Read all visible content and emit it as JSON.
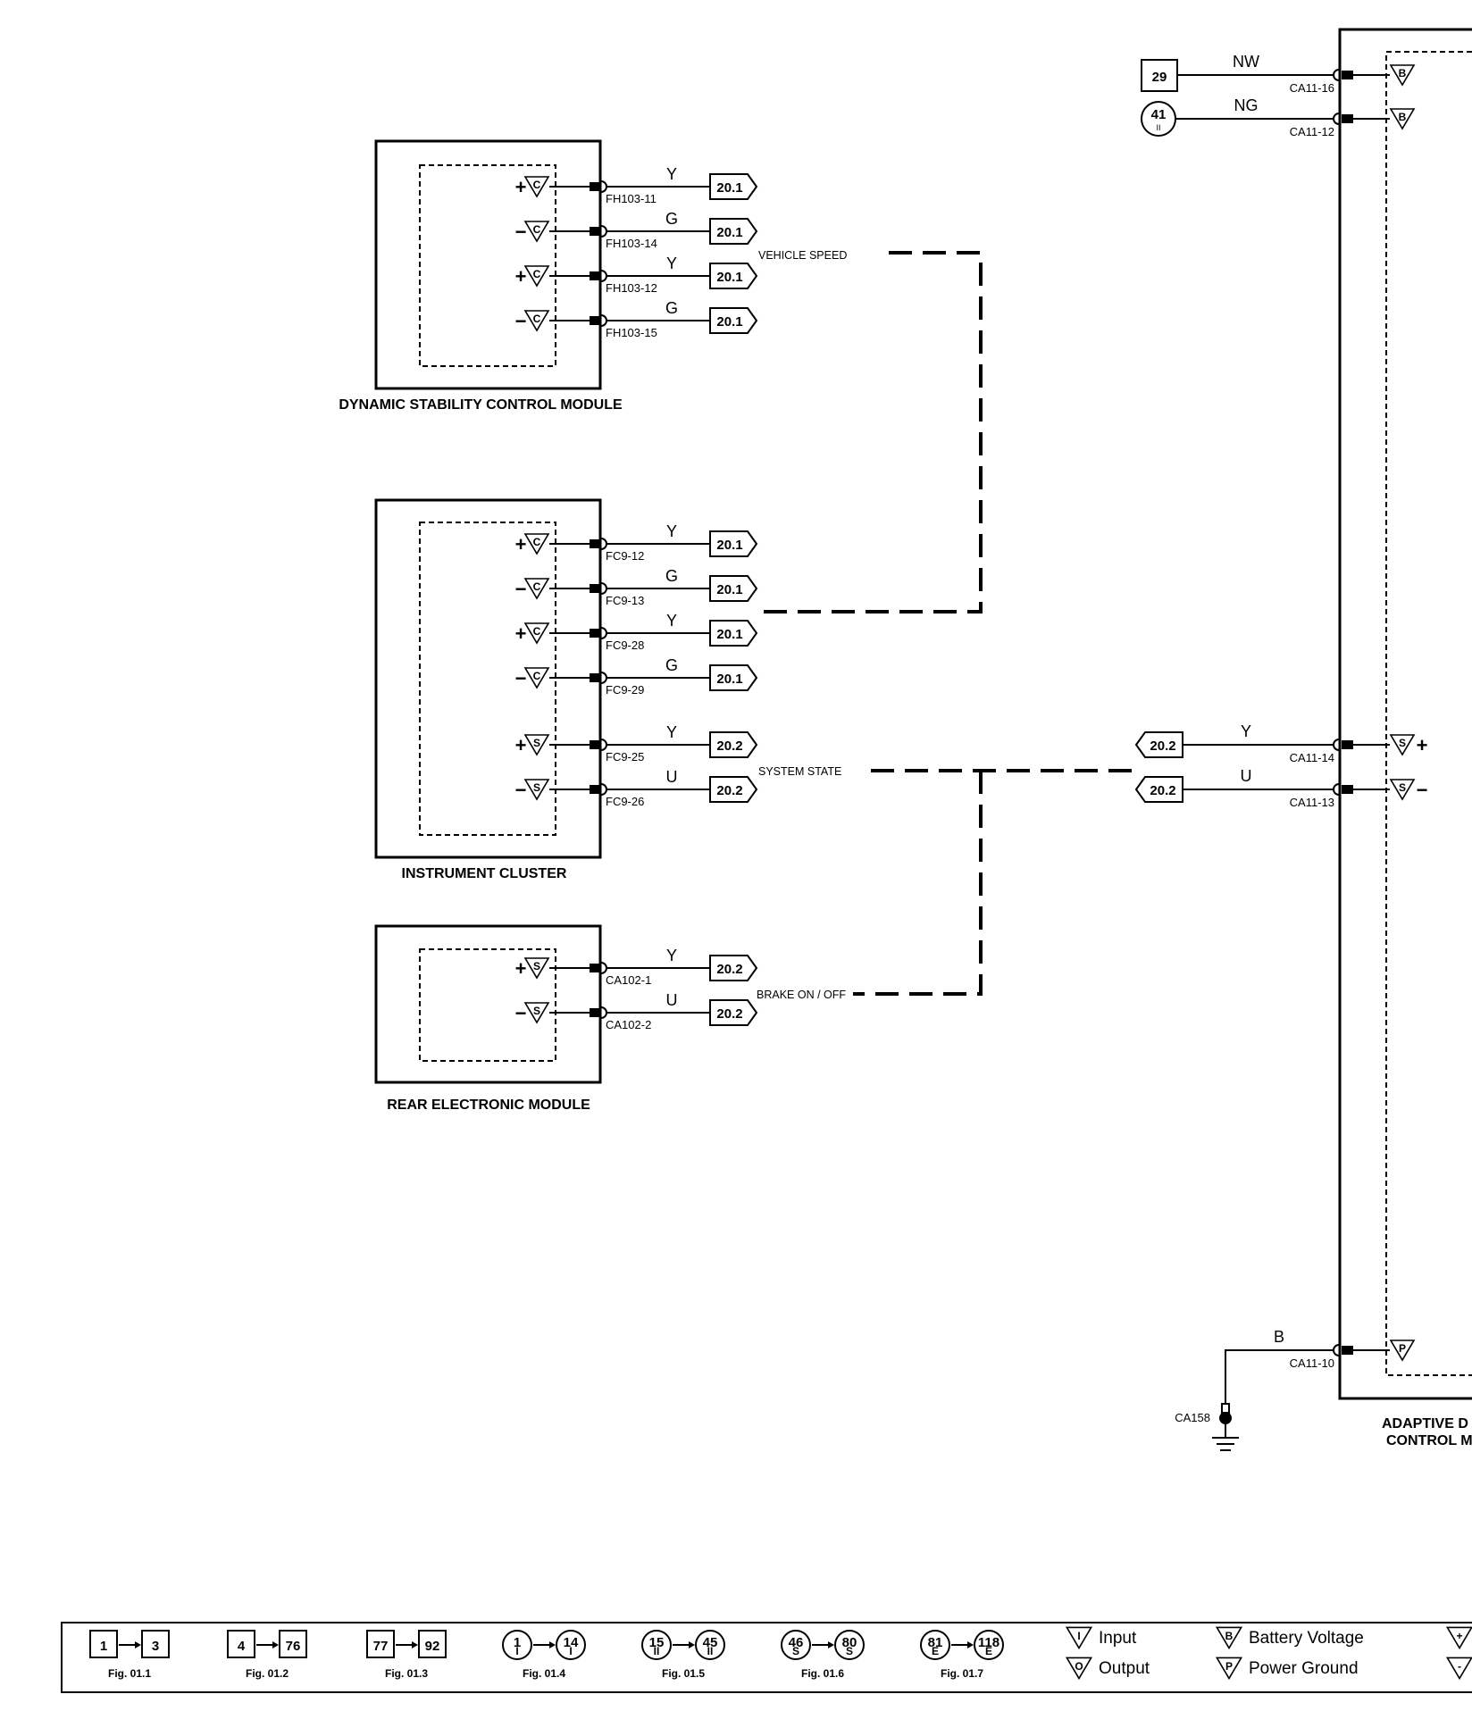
{
  "modules": {
    "dsc": {
      "name": "DYNAMIC STABILITY CONTROL MODULE",
      "pins": [
        {
          "sign": "+",
          "symbol": "C",
          "connector": "FH103-11",
          "wire": "Y",
          "ref": "20.1"
        },
        {
          "sign": "-",
          "symbol": "C",
          "connector": "FH103-14",
          "wire": "G",
          "ref": "20.1"
        },
        {
          "sign": "+",
          "symbol": "C",
          "connector": "FH103-12",
          "wire": "Y",
          "ref": "20.1"
        },
        {
          "sign": "-",
          "symbol": "C",
          "connector": "FH103-15",
          "wire": "G",
          "ref": "20.1"
        }
      ]
    },
    "cluster": {
      "name": "INSTRUMENT CLUSTER",
      "pins": [
        {
          "sign": "+",
          "symbol": "C",
          "connector": "FC9-12",
          "wire": "Y",
          "ref": "20.1"
        },
        {
          "sign": "-",
          "symbol": "C",
          "connector": "FC9-13",
          "wire": "G",
          "ref": "20.1"
        },
        {
          "sign": "+",
          "symbol": "C",
          "connector": "FC9-28",
          "wire": "Y",
          "ref": "20.1"
        },
        {
          "sign": "-",
          "symbol": "C",
          "connector": "FC9-29",
          "wire": "G",
          "ref": "20.1"
        },
        {
          "sign": "+",
          "symbol": "S",
          "connector": "FC9-25",
          "wire": "Y",
          "ref": "20.2"
        },
        {
          "sign": "-",
          "symbol": "S",
          "connector": "FC9-26",
          "wire": "U",
          "ref": "20.2"
        }
      ]
    },
    "rem": {
      "name": "REAR ELECTRONIC MODULE",
      "pins": [
        {
          "sign": "+",
          "symbol": "S",
          "connector": "CA102-1",
          "wire": "Y",
          "ref": "20.2"
        },
        {
          "sign": "-",
          "symbol": "S",
          "connector": "CA102-2",
          "wire": "U",
          "ref": "20.2"
        }
      ]
    },
    "adaptive": {
      "name_line1": "ADAPTIVE D",
      "name_line2": "CONTROL M",
      "pins": [
        {
          "source": "29",
          "source_kind": "box",
          "wire": "NW",
          "connector": "CA11-16",
          "symbol": "B"
        },
        {
          "source": "41",
          "source_sub": "II",
          "source_kind": "circle",
          "wire": "NG",
          "connector": "CA11-12",
          "symbol": "B"
        },
        {
          "ref": "20.2",
          "wire": "Y",
          "connector": "CA11-14",
          "symbol": "S",
          "sign": "+"
        },
        {
          "ref": "20.2",
          "wire": "U",
          "connector": "CA11-13",
          "symbol": "S",
          "sign": "-"
        },
        {
          "wire": "B",
          "connector": "CA11-10",
          "symbol": "P"
        }
      ],
      "ground_label": "CA158"
    }
  },
  "signals": {
    "vehicle_speed": "VEHICLE SPEED",
    "system_state": "SYSTEM STATE",
    "brake": "BRAKE ON / OFF"
  },
  "legend": {
    "figures": [
      {
        "from": "1",
        "to": "3",
        "shape": "box",
        "fig": "Fig. 01.1"
      },
      {
        "from": "4",
        "to": "76",
        "shape": "box",
        "fig": "Fig. 01.2"
      },
      {
        "from": "77",
        "to": "92",
        "shape": "box",
        "fig": "Fig. 01.3"
      },
      {
        "from": "1",
        "from_sub": "I",
        "to": "14",
        "to_sub": "I",
        "shape": "circle",
        "fig": "Fig. 01.4"
      },
      {
        "from": "15",
        "from_sub": "II",
        "to": "45",
        "to_sub": "II",
        "shape": "circle",
        "fig": "Fig. 01.5"
      },
      {
        "from": "46",
        "from_sub": "S",
        "to": "80",
        "to_sub": "S",
        "shape": "circle",
        "fig": "Fig. 01.6"
      },
      {
        "from": "81",
        "from_sub": "E",
        "to": "118",
        "to_sub": "E",
        "shape": "circle",
        "fig": "Fig. 01.7"
      }
    ],
    "symbols": [
      {
        "symbol": "I",
        "label": "Input"
      },
      {
        "symbol": "O",
        "label": "Output"
      },
      {
        "symbol": "B",
        "label": "Battery Voltage"
      },
      {
        "symbol": "P",
        "label": "Power Ground"
      },
      {
        "symbol": "+",
        "label": ""
      },
      {
        "symbol": "-",
        "label": ""
      }
    ]
  }
}
